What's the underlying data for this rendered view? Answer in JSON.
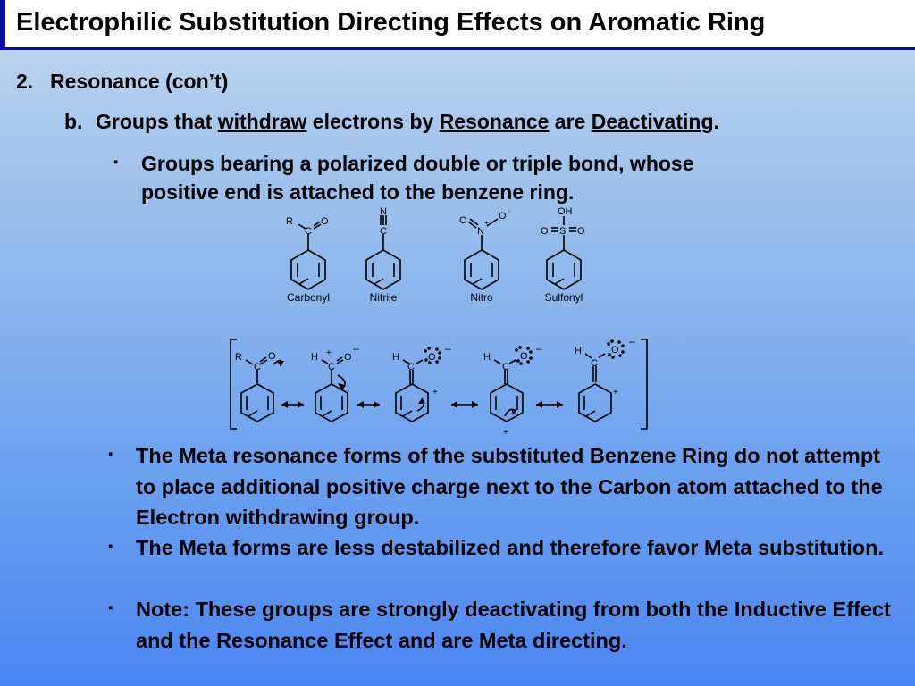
{
  "title": "Electrophilic Substitution Directing Effects on Aromatic Ring",
  "heading": {
    "number": "2.",
    "text": "Resonance (con’t)"
  },
  "subheading": {
    "letter": "b.",
    "part1": "Groups that ",
    "withdraw": "withdraw",
    "part2": " electrons by ",
    "resonance": "Resonance",
    "part3": " are ",
    "deactivating": "Deactivating",
    "period": "."
  },
  "bullet_mark": "▪",
  "bullet1": {
    "line1": "Groups bearing a polarized double or triple bond, whose",
    "line2": "positive end is attached to the benzene ring."
  },
  "groups": [
    {
      "label": "Carbonyl",
      "atoms": [
        "R",
        "C",
        "O"
      ]
    },
    {
      "label": "Nitrile",
      "atoms": [
        "N",
        "C"
      ]
    },
    {
      "label": "Nitro",
      "atoms": [
        "O",
        "O",
        "-",
        "N",
        "+"
      ]
    },
    {
      "label": "Sulfonyl",
      "atoms": [
        "OH",
        "O",
        "S",
        "O"
      ]
    }
  ],
  "resonance_forms": {
    "form1": [
      "R",
      "C",
      "O"
    ],
    "form2": [
      "H",
      "+",
      "C",
      "O",
      "–"
    ],
    "form3": [
      "H",
      "C",
      "O",
      "–",
      "+"
    ],
    "form4": [
      "H",
      "C",
      "O",
      "–",
      "+"
    ],
    "form5": [
      "H",
      "C",
      "O",
      "–",
      "+"
    ]
  },
  "bullets": [
    "The Meta resonance forms of the substituted Benzene Ring do not attempt to place additional positive charge next to the Carbon atom attached to the Electron withdrawing group.",
    "The Meta forms are less destabilized and therefore favor Meta substitution.",
    "Note: These groups are strongly deactivating from both the Inductive Effect and the Resonance Effect and are Meta directing."
  ],
  "colors": {
    "accent": "#0a0aa0",
    "background_top": "#c8dcf2",
    "background_bottom": "#4a86f2"
  }
}
